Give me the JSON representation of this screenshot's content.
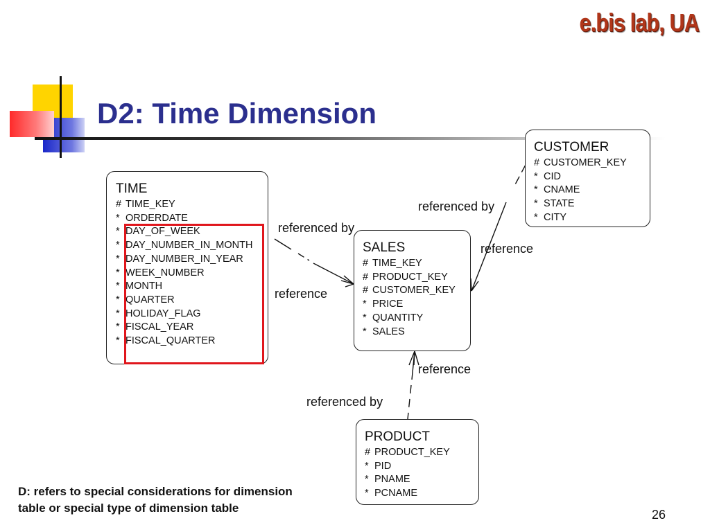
{
  "header": {
    "logo": "e.bis lab, UA",
    "title": "D2: Time Dimension"
  },
  "entities": {
    "time": {
      "name": "TIME",
      "attributes": [
        {
          "symbol": "#",
          "label": "TIME_KEY"
        },
        {
          "symbol": "*",
          "label": "ORDERDATE"
        },
        {
          "symbol": "*",
          "label": "DAY_OF_WEEK"
        },
        {
          "symbol": "*",
          "label": "DAY_NUMBER_IN_MONTH"
        },
        {
          "symbol": "*",
          "label": "DAY_NUMBER_IN_YEAR"
        },
        {
          "symbol": "*",
          "label": "WEEK_NUMBER"
        },
        {
          "symbol": "*",
          "label": "MONTH"
        },
        {
          "symbol": "*",
          "label": "QUARTER"
        },
        {
          "symbol": "*",
          "label": "HOLIDAY_FLAG"
        },
        {
          "symbol": "*",
          "label": "FISCAL_YEAR"
        },
        {
          "symbol": "*",
          "label": "FISCAL_QUARTER"
        }
      ]
    },
    "customer": {
      "name": "CUSTOMER",
      "attributes": [
        {
          "symbol": "#",
          "label": "CUSTOMER_KEY"
        },
        {
          "symbol": "*",
          "label": "CID"
        },
        {
          "symbol": "*",
          "label": "CNAME"
        },
        {
          "symbol": "*",
          "label": "STATE"
        },
        {
          "symbol": "*",
          "label": "CITY"
        }
      ]
    },
    "sales": {
      "name": "SALES",
      "attributes": [
        {
          "symbol": "#",
          "label": "TIME_KEY"
        },
        {
          "symbol": "#",
          "label": "PRODUCT_KEY"
        },
        {
          "symbol": "#",
          "label": "CUSTOMER_KEY"
        },
        {
          "symbol": "*",
          "label": "PRICE"
        },
        {
          "symbol": "*",
          "label": "QUANTITY"
        },
        {
          "symbol": "*",
          "label": "SALES"
        }
      ]
    },
    "product": {
      "name": "PRODUCT",
      "attributes": [
        {
          "symbol": "#",
          "label": "PRODUCT_KEY"
        },
        {
          "symbol": "*",
          "label": "PID"
        },
        {
          "symbol": "*",
          "label": "PNAME"
        },
        {
          "symbol": "*",
          "label": "PCNAME"
        }
      ]
    }
  },
  "relationships": {
    "time_sales_referenced_by": "referenced by",
    "time_sales_reference": "reference",
    "customer_sales_referenced_by": "referenced by",
    "customer_sales_reference": "reference",
    "product_sales_reference": "reference",
    "product_sales_referenced_by": "referenced by"
  },
  "footer": {
    "note_line1": "D: refers to special considerations for dimension",
    "note_line2": "table or special type of dimension table",
    "page_number": "26"
  },
  "colors": {
    "title": "#2b2f8e",
    "logo": "#b0361a",
    "highlight": "#e0161c"
  }
}
